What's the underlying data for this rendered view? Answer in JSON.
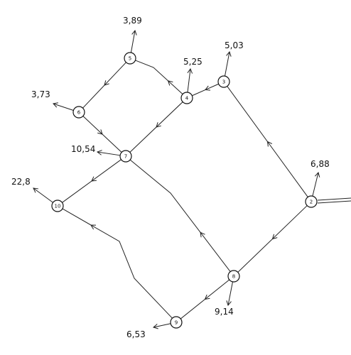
{
  "nodes": [
    {
      "id": "2",
      "label": "2"
    },
    {
      "id": "3",
      "label": "3"
    },
    {
      "id": "4",
      "label": "4"
    },
    {
      "id": "5",
      "label": "5"
    },
    {
      "id": "6",
      "label": "6"
    },
    {
      "id": "7",
      "label": "7"
    },
    {
      "id": "8",
      "label": "8"
    },
    {
      "id": "9",
      "label": "9"
    },
    {
      "id": "10",
      "label": "10"
    }
  ],
  "edges": [
    {
      "from": "2",
      "to": "3"
    },
    {
      "from": "2",
      "to": "8"
    },
    {
      "from": "3",
      "to": "4"
    },
    {
      "from": "4",
      "to": "5"
    },
    {
      "from": "4",
      "to": "7"
    },
    {
      "from": "5",
      "to": "6"
    },
    {
      "from": "6",
      "to": "7"
    },
    {
      "from": "7",
      "to": "10"
    },
    {
      "from": "8",
      "to": "7"
    },
    {
      "from": "8",
      "to": "9"
    },
    {
      "from": "9",
      "to": "10"
    }
  ],
  "outflows": [
    {
      "node": "2",
      "value": "6,88"
    },
    {
      "node": "3",
      "value": "5,03"
    },
    {
      "node": "4",
      "value": "5,25"
    },
    {
      "node": "5",
      "value": "3,89"
    },
    {
      "node": "6",
      "value": "3,73"
    },
    {
      "node": "7",
      "value": "10,54"
    },
    {
      "node": "8",
      "value": "9,14"
    },
    {
      "node": "9",
      "value": "6,53"
    },
    {
      "node": "10",
      "value": "22,8"
    }
  ]
}
